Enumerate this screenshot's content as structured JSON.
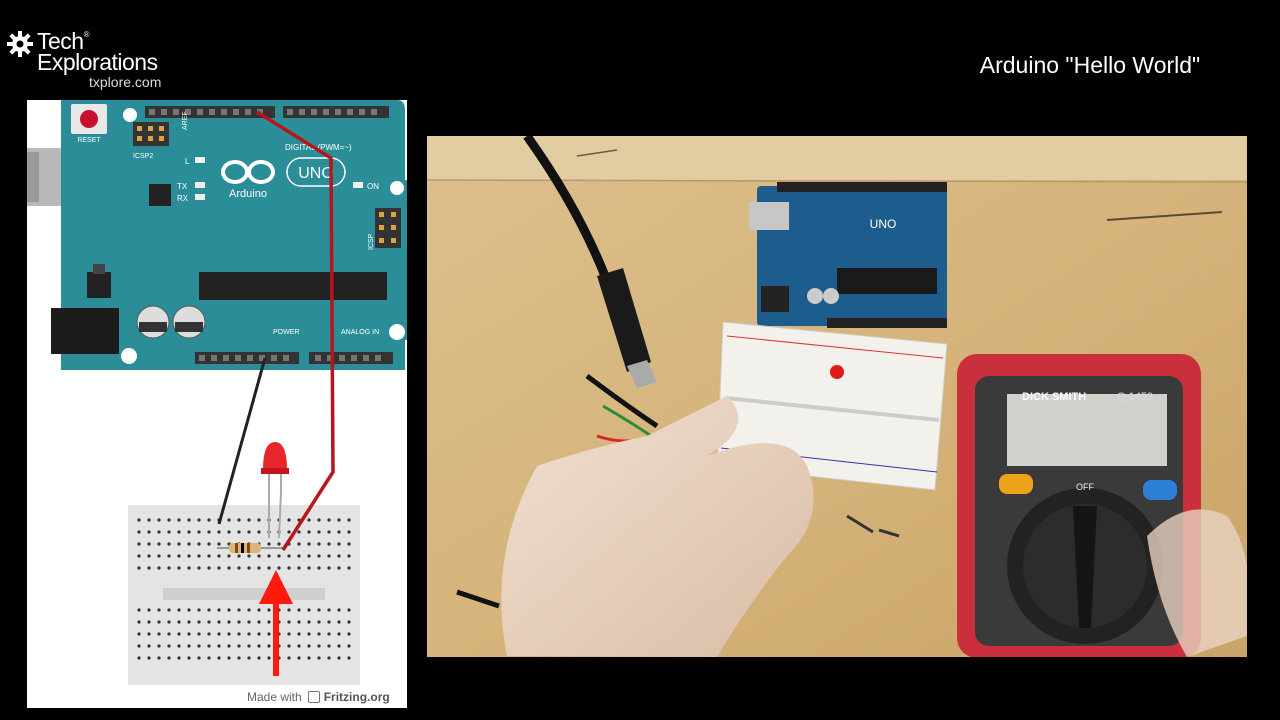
{
  "brand": {
    "name_line1": "Tech",
    "trademark": "®",
    "name_line2": "Explorations",
    "website": "txplore.com"
  },
  "video_title": "Arduino \"Hello World\"",
  "diagram": {
    "board_label": "Arduino",
    "board_model": "UNO",
    "reset_label": "RESET",
    "icsp2_label": "ICSP2",
    "icsp_label": "ICSP",
    "aref_label": "AREF",
    "digital_label": "DIGITAL (PWM=~)",
    "power_label": "POWER",
    "analog_label": "ANALOG IN",
    "on_label": "ON",
    "led_l_label": "L",
    "tx_label": "TX",
    "rx_label": "RX",
    "credit_prefix": "Made with",
    "credit_brand": "Fritzing.org"
  },
  "photo": {
    "board_text": "UNO",
    "multimeter_brand": "DICK SMITH",
    "multimeter_model": "Q 1459",
    "off_label": "OFF"
  },
  "colors": {
    "background": "#000000",
    "board_teal": "#2a8d97",
    "wire_red": "#b8141b",
    "arrow_red": "#ff1a0d",
    "table_wood": "#d8b982",
    "multimeter_red": "#c9303c"
  }
}
